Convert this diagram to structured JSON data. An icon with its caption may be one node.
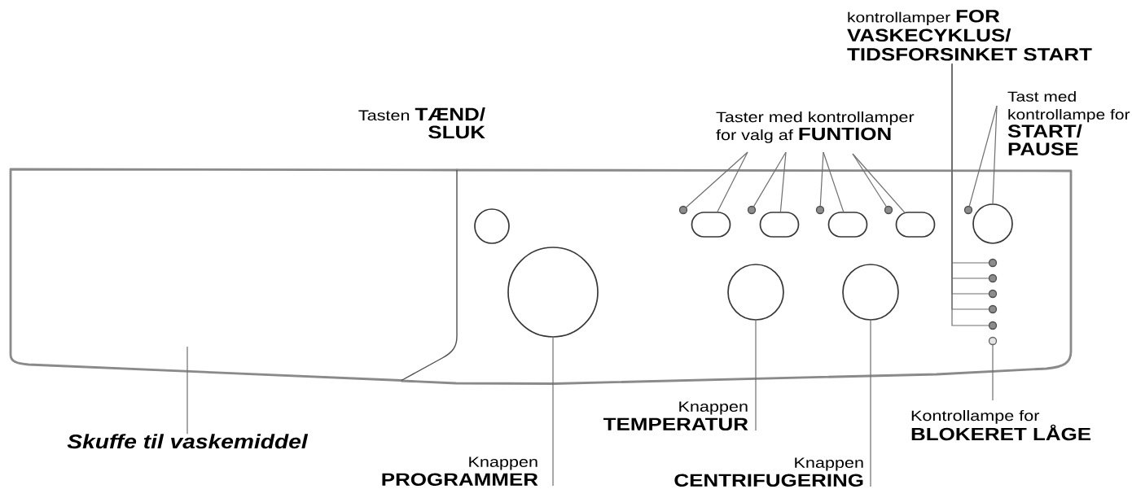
{
  "diagram": {
    "nodes": [
      {
        "text": [
          "kontrollamper **FOR VASKECYKLUS/ TIDSFORSINKET START**"
        ]
      },
      {
        "text": [
          "Tast med kontrollampe for **START/ PAUSE**"
        ]
      },
      {
        "text": [
          "Taster med kontrollamper for valg af **FUNTION**"
        ]
      },
      {
        "text": [],
        "shape": "box"
      },
      {
        "text": [],
        "shape": "circle"
      },
      {
        "text": [],
        "shape": "circle"
      },
      {
        "text": [],
        "shape": "oval"
      },
      {
        "text": [],
        "shape": "circle"
      },
      {
        "text": [],
        "shape": "oval"
      },
      {
        "text": [],
        "shape": "circle"
      },
      {
        "text": [],
        "shape": "oval"
      },
      {
        "text": [],
        "shape": "circle"
      },
      {
        "text": [],
        "shape": "oval"
      },
      {
        "text": [],
        "shape": "circle"
      },
      {
        "text": [],
        "shape": "circle"
      },
      {
        "text": [],
        "shape": "circle"
      },
      {
        "text": [],
        "shape": "circle"
      },
      {
        "text": [],
        "shape": "circle"
      },
      {
        "text": [],
        "shape": "circle"
      },
      {
        "text": [],
        "shape": "circle"
      },
      {
        "text": [],
        "shape": "circle"
      },
      {
        "text": [],
        "shape": "circle"
      },
      {
        "text": [],
        "shape": "circle"
      },
      {
        "text": [],
        "shape": "circle"
      },
      {
        "text": [
          "Knappen **TEMPERATUR**"
        ]
      },
      {
        "text": [
          "Kontrollampe for **BLOKERET LÅGE**"
        ]
      },
      {
        "text": [
          "Skuffe til vaskemiddel"
        ]
      },
      {
        "text": [
          "Knappen **PROGRAMMER**"
        ]
      },
      {
        "text": [
          "Knappen **CENTRIFUGERING**"
        ]
      }
    ],
    "edges": [
      {
        "from": 0,
        "to": 18,
        "arrow": "none"
      },
      {
        "from": 0,
        "to": 19,
        "arrow": "none"
      },
      {
        "from": 0,
        "to": 20,
        "arrow": "none"
      },
      {
        "from": 0,
        "to": 21,
        "arrow": "none"
      },
      {
        "from": 0,
        "to": 22,
        "arrow": "none"
      },
      {
        "from": 1,
        "to": 13,
        "arrow": "none"
      },
      {
        "from": 1,
        "to": 14,
        "arrow": "none"
      },
      {
        "from": 2,
        "to": 5,
        "arrow": "none"
      },
      {
        "from": 2,
        "to": 6,
        "arrow": "none"
      },
      {
        "from": 2,
        "to": 7,
        "arrow": "none"
      },
      {
        "from": 2,
        "to": 8,
        "arrow": "none"
      },
      {
        "from": 2,
        "to": 9,
        "arrow": "none"
      },
      {
        "from": 2,
        "to": 10,
        "arrow": "none"
      },
      {
        "from": 2,
        "to": 11,
        "arrow": "none"
      },
      {
        "from": 2,
        "to": 12,
        "arrow": "none"
      },
      {
        "from": 25,
        "to": 23,
        "arrow": "none"
      },
      {
        "from": 26,
        "to": 3,
        "arrow": "none"
      },
      {
        "from": 27,
        "to": 15,
        "arrow": "none"
      },
      {
        "from": 24,
        "to": 16,
        "arrow": "none"
      },
      {
        "from": 28,
        "to": 17,
        "arrow": "none"
      }
    ],
    "labels": [
      "Tasten **TÆND/ SLUK**"
    ]
  }
}
